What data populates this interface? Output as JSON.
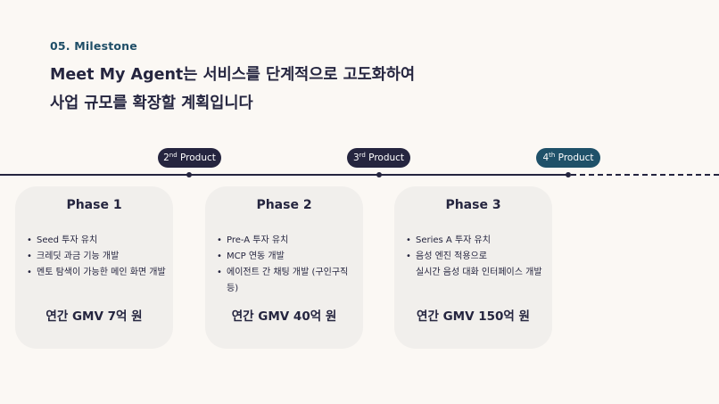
{
  "section_label": "05. Milestone",
  "headline": {
    "line1": "Meet My Agent는 서비스를 단계적으로 고도화하여",
    "line2": "사업 규모를 확장할 계획입니다"
  },
  "timeline": {
    "milestones": [
      {
        "ordinal": "2",
        "suffix": "nd",
        "label": "Product"
      },
      {
        "ordinal": "3",
        "suffix": "rd",
        "label": "Product"
      },
      {
        "ordinal": "4",
        "suffix": "th",
        "label": "Product"
      }
    ]
  },
  "colors": {
    "background": "#fbf8f4",
    "navy": "#25253f",
    "accent": "#1f5169",
    "card": "#f1efec"
  },
  "phases": [
    {
      "title": "Phase 1",
      "items": [
        "Seed 투자 유치",
        "크레딧 과금 기능 개발",
        "멘토 탐색이 가능한 메인 화면 개발"
      ],
      "gmv": "연간 GMV 7억 원"
    },
    {
      "title": "Phase 2",
      "items": [
        "Pre-A 투자 유치",
        "MCP 연동 개발",
        "에이전트 간 채팅 개발 (구인구직 등)"
      ],
      "gmv": "연간 GMV 40억 원"
    },
    {
      "title": "Phase 3",
      "items": [
        "Series A 투자 유치",
        "음성 엔진 적용으로\n실시간 음성 대화 인터페이스 개발"
      ],
      "gmv": "연간 GMV 150억 원"
    }
  ]
}
